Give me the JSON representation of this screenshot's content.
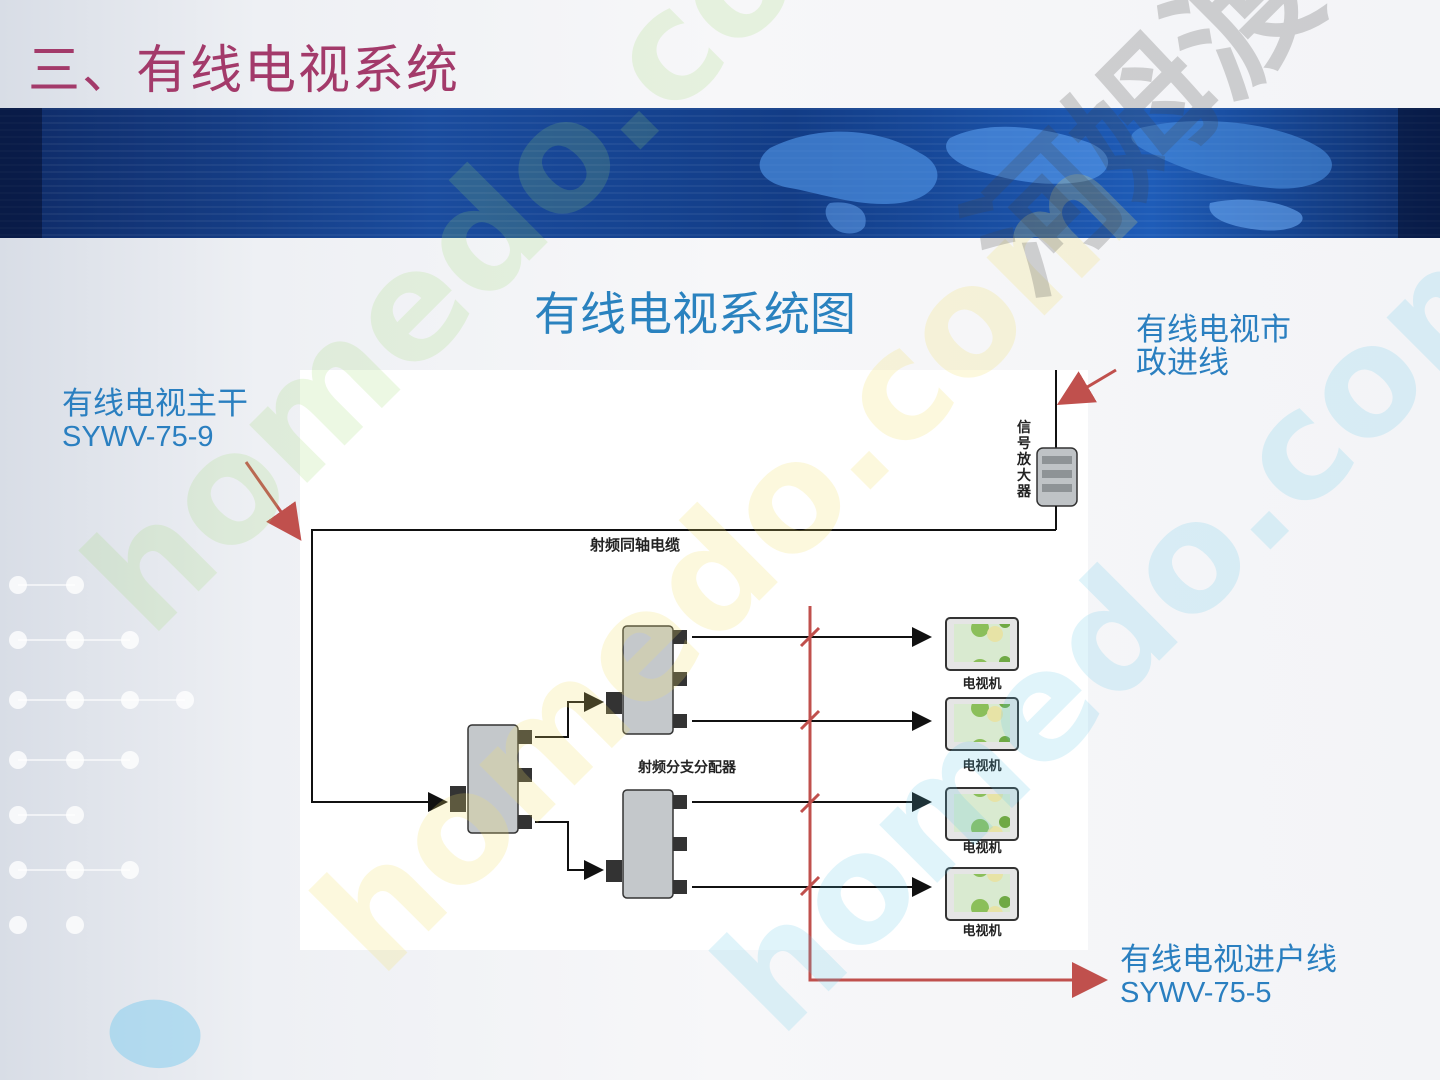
{
  "slide": {
    "title": "三、有线电视系统"
  },
  "diagram": {
    "title": "有线电视系统图",
    "amplifier_label": "信号放大器",
    "coax_label": "射频同轴电缆",
    "splitter_label": "射频分支分配器",
    "tv_labels": [
      "电视机",
      "电视机",
      "电视机",
      "电视机"
    ]
  },
  "callouts": {
    "trunk": {
      "line1": "有线电视主干",
      "line2": "SYWV-75-9"
    },
    "municipal": {
      "line1": "有线电视市",
      "line2": "政进线"
    },
    "household": {
      "line1": "有线电视进户线",
      "line2": "SYWV-75-5"
    }
  },
  "watermark": {
    "text": "homedo.com",
    "text_cn": "河姆渡"
  },
  "colors": {
    "title": "#a33a6a",
    "callout": "#2a7fc0",
    "arrow": "#c0504d",
    "banner": "#1a4c9e"
  }
}
